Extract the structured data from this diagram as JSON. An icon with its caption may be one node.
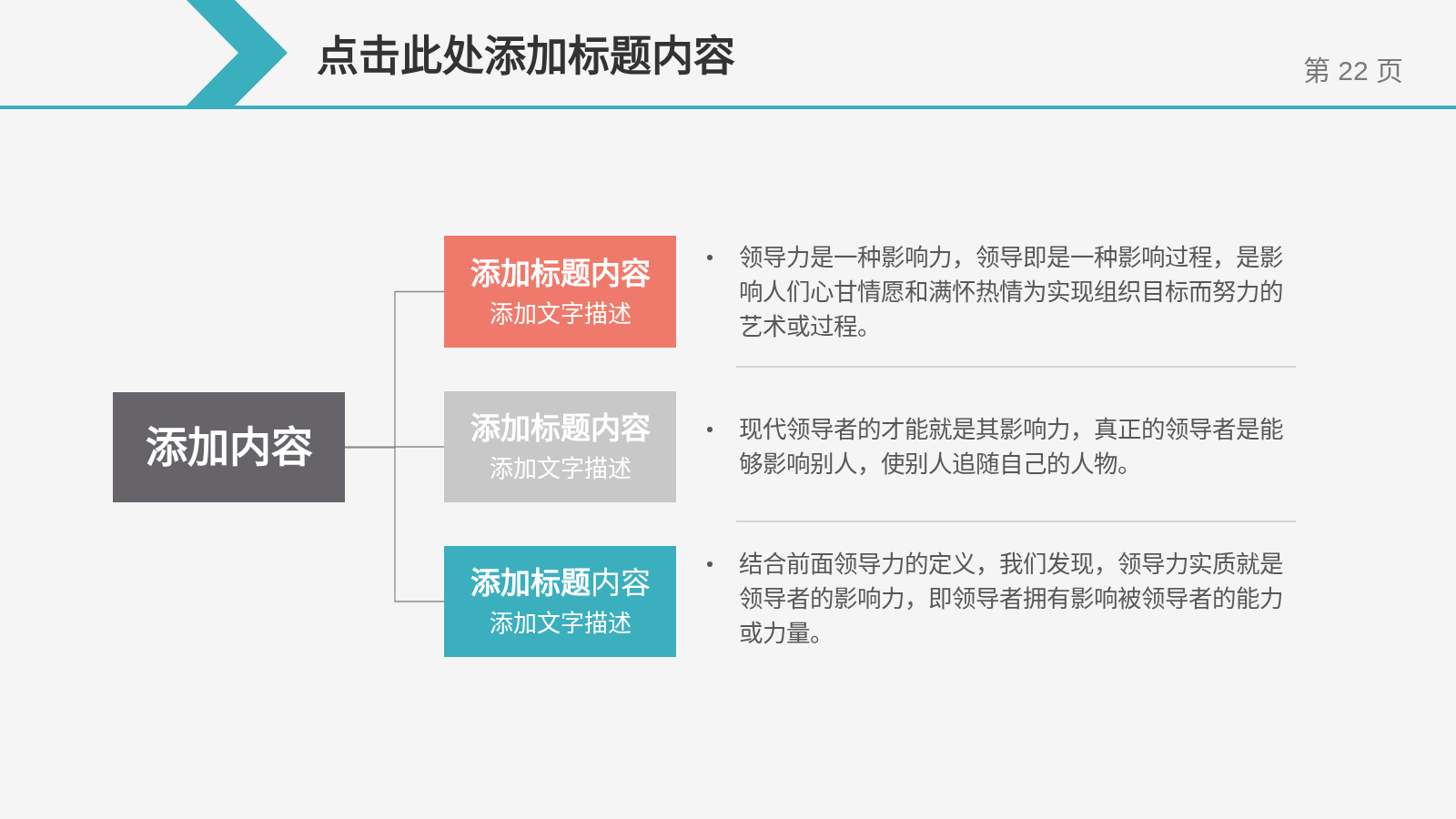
{
  "diagram": {
    "title": "点击此处添加标题内容",
    "nodes": [
      {
        "text": [
          "添加内容"
        ]
      },
      {
        "text": [
          "添加标题内容",
          "添加文字描述"
        ]
      },
      {
        "text": [
          "添加标题内容",
          "添加文字描述"
        ]
      },
      {
        "text": [
          "**添加标题**内容",
          "添加文字描述"
        ]
      }
    ],
    "edges": [
      {
        "from": 0,
        "to": 1,
        "arrow": "none"
      },
      {
        "from": 0,
        "to": 2,
        "arrow": "none"
      },
      {
        "from": 0,
        "to": 3,
        "arrow": "none"
      }
    ],
    "labels": [
      "第 22 页",
      "领导力是一种影响力，领导即是一种影响过程，是影响人们心甘情愿和满怀热情为实现组织目标而努力的艺术或过程。",
      "现代领导者的才能就是其影响力，真正的领导者是能够影响别人，使别人追随自己的人物。",
      "结合前面领导力的定义，我们发现，领导力实质就是领导者的影响力，即领导者拥有影响被领导者的能力或力量。"
    ]
  }
}
